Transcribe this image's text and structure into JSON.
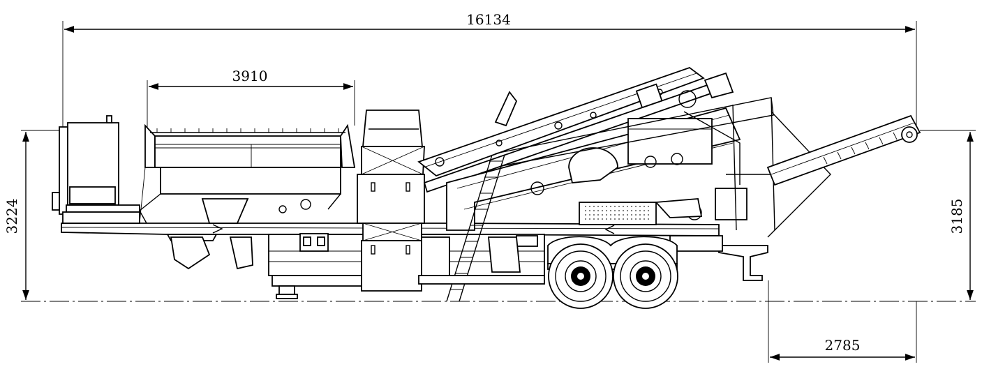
{
  "dimensions": {
    "overall_length": "16134",
    "hopper_length": "3910",
    "overall_height": "3224",
    "conveyor_height": "3185",
    "rear_overhang": "2785"
  },
  "colors": {
    "line": "#000000",
    "background": "#ffffff"
  }
}
